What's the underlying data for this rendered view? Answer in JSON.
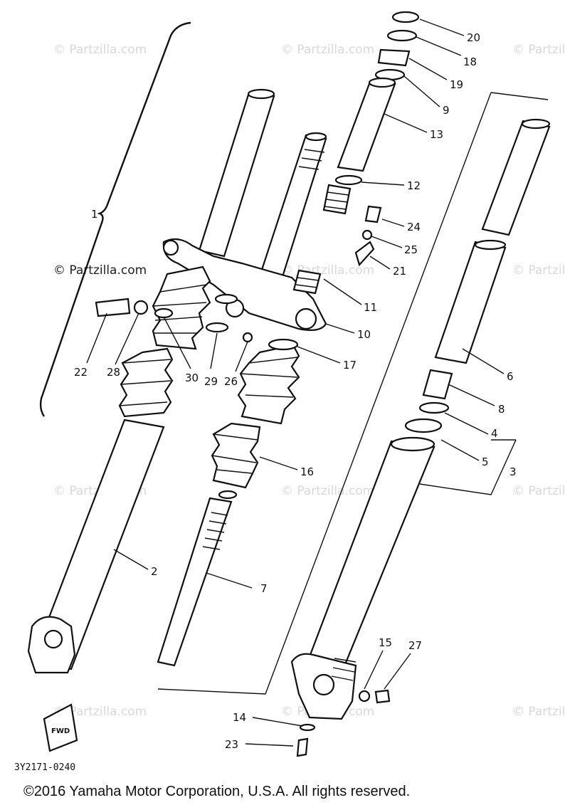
{
  "diagram": {
    "callouts": [
      {
        "id": "c20",
        "text": "20"
      },
      {
        "id": "c18",
        "text": "18"
      },
      {
        "id": "c19",
        "text": "19"
      },
      {
        "id": "c9",
        "text": "9"
      },
      {
        "id": "c13",
        "text": "13"
      },
      {
        "id": "c12",
        "text": "12"
      },
      {
        "id": "c24",
        "text": "24"
      },
      {
        "id": "c25",
        "text": "25"
      },
      {
        "id": "c21",
        "text": "21"
      },
      {
        "id": "c11",
        "text": "11"
      },
      {
        "id": "c10",
        "text": "10"
      },
      {
        "id": "c1",
        "text": "1"
      },
      {
        "id": "c17",
        "text": "17"
      },
      {
        "id": "c6",
        "text": "6"
      },
      {
        "id": "c8",
        "text": "8"
      },
      {
        "id": "c4",
        "text": "4"
      },
      {
        "id": "c5",
        "text": "5"
      },
      {
        "id": "c3",
        "text": "3"
      },
      {
        "id": "c16",
        "text": "16"
      },
      {
        "id": "c2",
        "text": "2"
      },
      {
        "id": "c7",
        "text": "7"
      },
      {
        "id": "c22",
        "text": "22"
      },
      {
        "id": "c28",
        "text": "28"
      },
      {
        "id": "c30",
        "text": "30"
      },
      {
        "id": "c29",
        "text": "29"
      },
      {
        "id": "c26",
        "text": "26"
      },
      {
        "id": "c15",
        "text": "15"
      },
      {
        "id": "c27",
        "text": "27"
      },
      {
        "id": "c14",
        "text": "14"
      },
      {
        "id": "c23",
        "text": "23"
      }
    ],
    "watermark": "© Partzilla.com",
    "drawing_code": "3Y2171-0240",
    "fwd_label": "FWD",
    "copyright": "©2016 Yamaha Motor Corporation, U.S.A. All rights reserved."
  }
}
